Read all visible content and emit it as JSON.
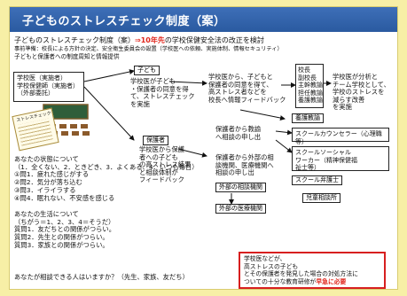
{
  "title": "子どものストレスチェック制度（案）",
  "intro": {
    "line1a": "子どものストレスチェック制度（案）",
    "line1b": "⇒10年先",
    "line1c": "の学校保健安全法の改正を検討",
    "line2": "事前準備：校長による方針の決定、安全衛生委員会の設置（学校医への依頼、実施体制、情報セキュリティ）",
    "line3": "子どもと保護者への制度周知と情報提供"
  },
  "boxes": {
    "school": [
      "学校医（実施者）",
      "学校保健師（実施者）",
      "（外部委託）"
    ],
    "child": "子ども",
    "school_doctor_note": [
      "学校医が子ども",
      "・保護者の同意を得",
      "て、ストレスチェック",
      "を実施"
    ],
    "guardian": "保護者",
    "principal_flow": [
      "学校医から、子どもと",
      "保護者の同意を得て、",
      "高ストレス者などを",
      "校長へ情報フィードバック"
    ],
    "principal": [
      "校長",
      "副校長",
      "主幹教諭",
      "担任教諭",
      "養護教諭"
    ],
    "analysis": [
      "学校医が分析と",
      "チーム学校として、",
      "学校のストレスを",
      "減らす改善",
      "を実施"
    ],
    "guardian_feedback": [
      "学校医から保護",
      "者への子ども",
      "の高ストレス結果",
      "と相談体制が",
      "フィードバック"
    ],
    "yogo": "養護教諭",
    "consult": [
      "保護者から教諭",
      "へ相談の申し出"
    ],
    "external": [
      "保護者から外部の相",
      "談機関、医療機関へ",
      "相談の申し出"
    ],
    "external_consult": "外部の相談機関",
    "external_medical": "外部の医療機関",
    "sc": "スクールカウンセラー（心理職等）",
    "ssw": [
      "スクールソーシャル",
      "ワーカー（精神保健福",
      "祉士等）"
    ],
    "school_staff": "スクール弁護士",
    "welfare": "児童相談所"
  },
  "questionnaire_label": "ストレスチェック",
  "questions_state": {
    "header1": "あなたの状態について",
    "header2": "（1．全くない、2．ときどき、3．よくある、4．いつも毎日）",
    "items": [
      "①問1．疲れた感じがする",
      "②問2．気分が落ち込む",
      "③問3．イライラする",
      "④問4．眠れない、不安感を感じる"
    ]
  },
  "questions_life": {
    "header1": "あなたの生活について",
    "header2": "（ちがう＝1、2、3、4＝そうだ）",
    "items": [
      "質問1．友だちとの関係がつらい。",
      "質問2．先生との関係がつらい。",
      "質問3．家族との関係がつらい。"
    ]
  },
  "bottom_question": "あなたが相談できる人はいますか？（先生、家族、友だち）",
  "callout": {
    "normal": [
      "学校医などが、",
      "高ストレスの子ども",
      "とその保護者を発見した場合の対処方法に",
      "ついての十分な教育研修が"
    ],
    "emphasis": "早急に必要"
  },
  "colors": {
    "header": "#2a5aa0",
    "accent_red": "#e0251b",
    "frame": "#f7efa6"
  }
}
